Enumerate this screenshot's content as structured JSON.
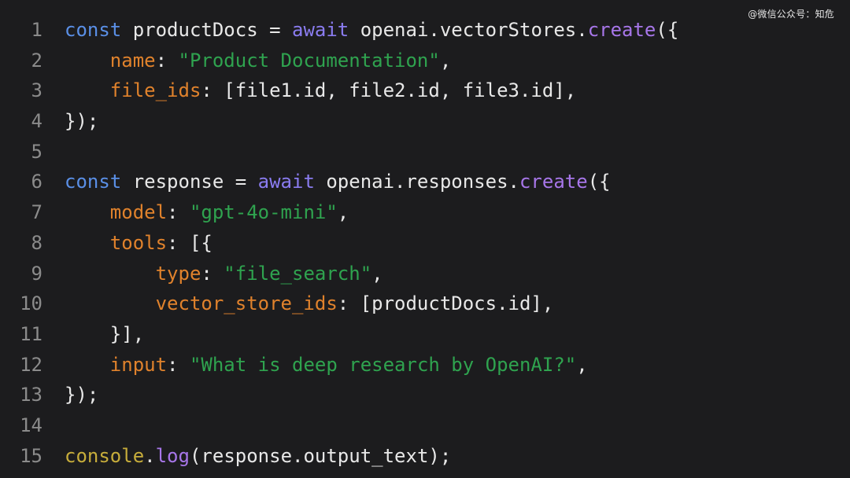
{
  "watermark": "@微信公众号：知危",
  "colors": {
    "background": "#1c1c1e",
    "line_number": "#8b8b8b",
    "keyword": "#5a8fe6",
    "await_keyword": "#8a7cf0",
    "property": "#e0822c",
    "string": "#2fa34f",
    "function": "#a776e9",
    "global_object": "#c7ad3b",
    "plain": "#e8e8e8"
  },
  "lines": [
    {
      "num": "1",
      "tokens": [
        {
          "text": "const",
          "type": "kw"
        },
        {
          "text": " productDocs = ",
          "type": "plain"
        },
        {
          "text": "await",
          "type": "kw2"
        },
        {
          "text": " openai.vectorStores.",
          "type": "plain"
        },
        {
          "text": "create",
          "type": "fn"
        },
        {
          "text": "({",
          "type": "plain"
        }
      ]
    },
    {
      "num": "2",
      "tokens": [
        {
          "text": "    ",
          "type": "plain"
        },
        {
          "text": "name",
          "type": "prop"
        },
        {
          "text": ": ",
          "type": "plain"
        },
        {
          "text": "\"Product Documentation\"",
          "type": "str"
        },
        {
          "text": ",",
          "type": "plain"
        }
      ]
    },
    {
      "num": "3",
      "tokens": [
        {
          "text": "    ",
          "type": "plain"
        },
        {
          "text": "file_ids",
          "type": "prop"
        },
        {
          "text": ": [file1.id, file2.id, file3.id],",
          "type": "plain"
        }
      ]
    },
    {
      "num": "4",
      "tokens": [
        {
          "text": "});",
          "type": "plain"
        }
      ]
    },
    {
      "num": "5",
      "tokens": []
    },
    {
      "num": "6",
      "tokens": [
        {
          "text": "const",
          "type": "kw"
        },
        {
          "text": " response = ",
          "type": "plain"
        },
        {
          "text": "await",
          "type": "kw2"
        },
        {
          "text": " openai.responses.",
          "type": "plain"
        },
        {
          "text": "create",
          "type": "fn"
        },
        {
          "text": "({",
          "type": "plain"
        }
      ]
    },
    {
      "num": "7",
      "tokens": [
        {
          "text": "    ",
          "type": "plain"
        },
        {
          "text": "model",
          "type": "prop"
        },
        {
          "text": ": ",
          "type": "plain"
        },
        {
          "text": "\"gpt-4o-mini\"",
          "type": "str"
        },
        {
          "text": ",",
          "type": "plain"
        }
      ]
    },
    {
      "num": "8",
      "tokens": [
        {
          "text": "    ",
          "type": "plain"
        },
        {
          "text": "tools",
          "type": "prop"
        },
        {
          "text": ": [{",
          "type": "plain"
        }
      ]
    },
    {
      "num": "9",
      "tokens": [
        {
          "text": "        ",
          "type": "plain"
        },
        {
          "text": "type",
          "type": "prop"
        },
        {
          "text": ": ",
          "type": "plain"
        },
        {
          "text": "\"file_search\"",
          "type": "str"
        },
        {
          "text": ",",
          "type": "plain"
        }
      ]
    },
    {
      "num": "10",
      "tokens": [
        {
          "text": "        ",
          "type": "plain"
        },
        {
          "text": "vector_store_ids",
          "type": "prop"
        },
        {
          "text": ": [productDocs.id],",
          "type": "plain"
        }
      ]
    },
    {
      "num": "11",
      "tokens": [
        {
          "text": "    }],",
          "type": "plain"
        }
      ]
    },
    {
      "num": "12",
      "tokens": [
        {
          "text": "    ",
          "type": "plain"
        },
        {
          "text": "input",
          "type": "prop"
        },
        {
          "text": ": ",
          "type": "plain"
        },
        {
          "text": "\"What is deep research by OpenAI?\"",
          "type": "str"
        },
        {
          "text": ",",
          "type": "plain"
        }
      ]
    },
    {
      "num": "13",
      "tokens": [
        {
          "text": "});",
          "type": "plain"
        }
      ]
    },
    {
      "num": "14",
      "tokens": []
    },
    {
      "num": "15",
      "tokens": [
        {
          "text": "console",
          "type": "obj"
        },
        {
          "text": ".",
          "type": "plain"
        },
        {
          "text": "log",
          "type": "fn"
        },
        {
          "text": "(response.output_text);",
          "type": "plain"
        }
      ]
    }
  ]
}
